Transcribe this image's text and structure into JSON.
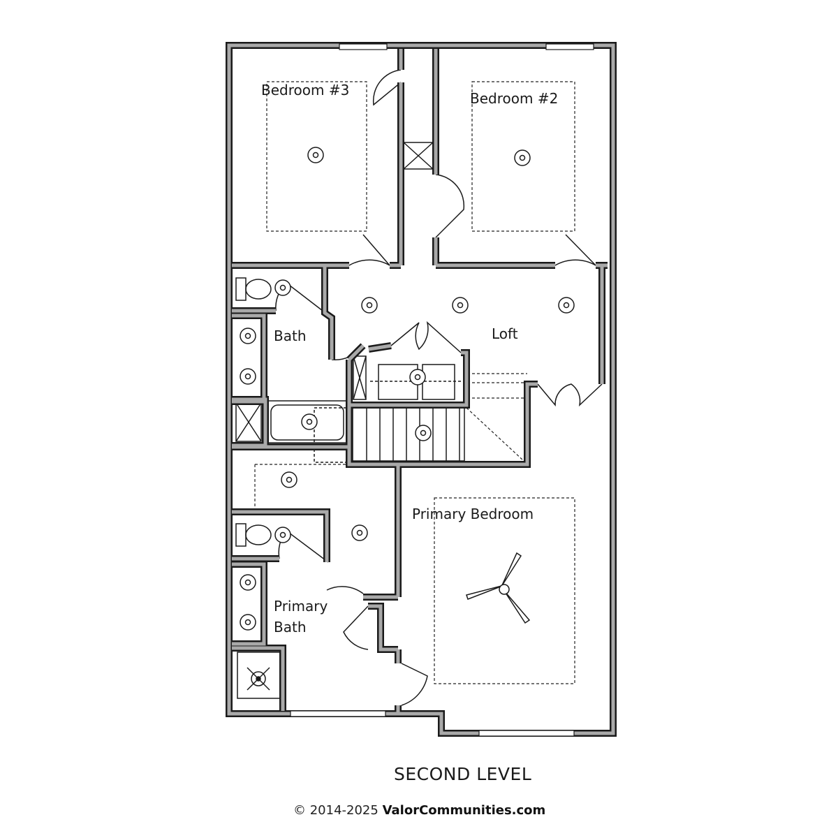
{
  "plan": {
    "rooms": [
      {
        "id": "bedroom3",
        "label": "Bedroom #3"
      },
      {
        "id": "bedroom2",
        "label": "Bedroom #2"
      },
      {
        "id": "bath",
        "label": "Bath"
      },
      {
        "id": "loft",
        "label": "Loft"
      },
      {
        "id": "primary_bedroom",
        "label": "Primary Bedroom"
      },
      {
        "id": "primary_bath_1",
        "label": "Primary"
      },
      {
        "id": "primary_bath_2",
        "label": "Bath"
      }
    ]
  },
  "footer": {
    "level_title": "SECOND LEVEL",
    "copyright": "© 2014-2025",
    "brand": "ValorCommunities.com"
  },
  "colors": {
    "wall_fill": "#a9a9a9",
    "line": "#1a1a1a"
  }
}
